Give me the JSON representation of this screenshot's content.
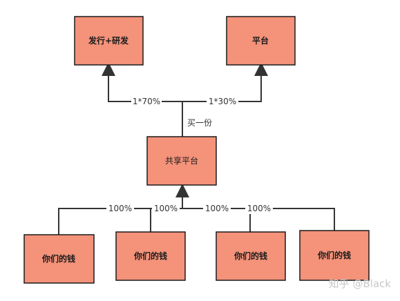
{
  "colors": {
    "box_fill": "#f4927a",
    "box_stroke": "#1a1a1a",
    "line": "#333333"
  },
  "nodes": {
    "dev": "发行+研发",
    "platform": "平台",
    "shared": "共享平台",
    "money1": "你们的钱",
    "money2": "你们的钱",
    "money3": "你们的钱",
    "money4": "你们的钱"
  },
  "edges": {
    "to_dev": "1*70%",
    "to_platform": "1*30%",
    "buy": "买一份",
    "m1": "100%",
    "m2": "100%",
    "m3": "100%",
    "m4": "100%"
  },
  "watermark": "知乎 @Black"
}
